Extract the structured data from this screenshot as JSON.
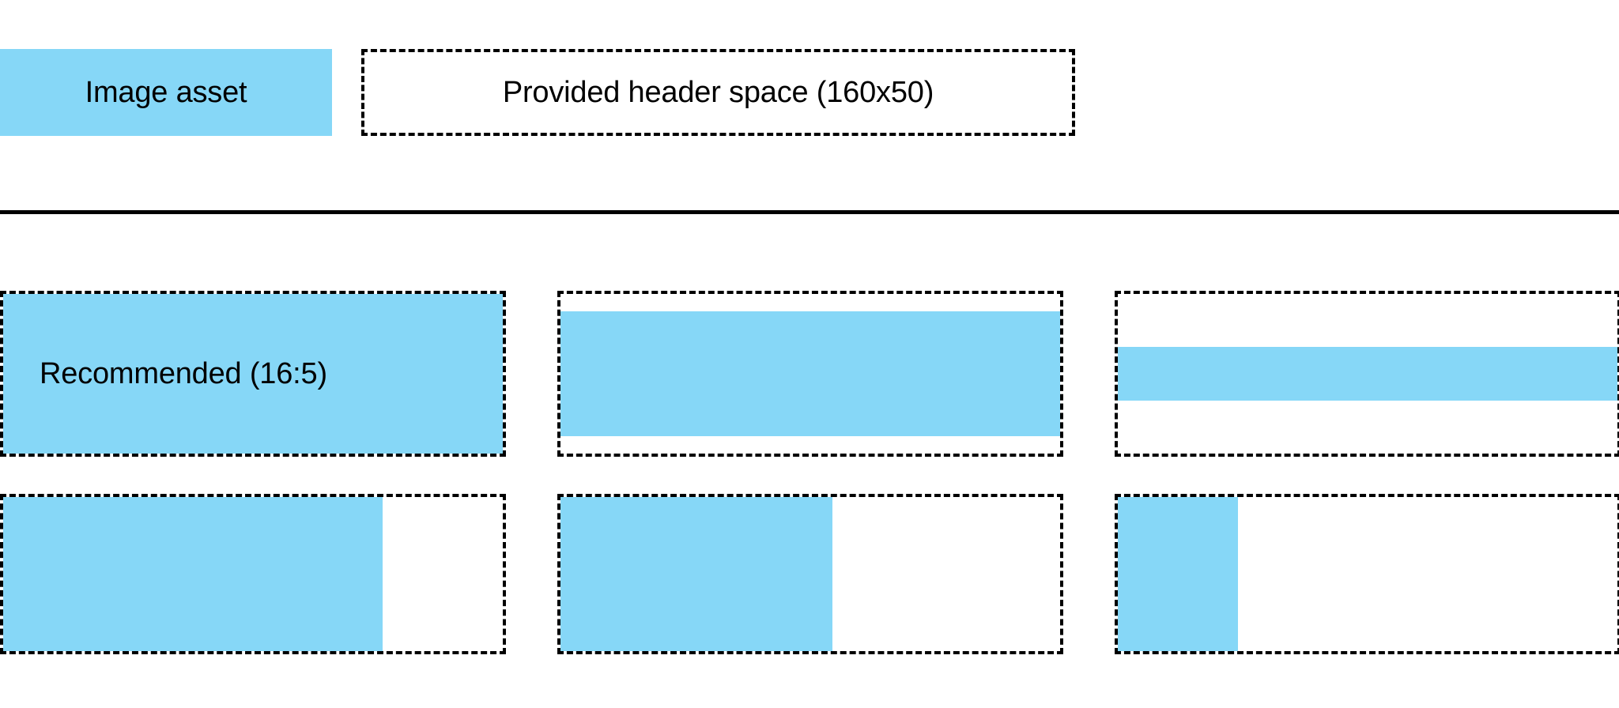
{
  "colors": {
    "accent": "#86d7f7",
    "outline": "#000000",
    "background": "#ffffff",
    "text": "#000000"
  },
  "header": {
    "image_asset_label": "Image asset",
    "provided_space_label": "Provided header space (160x50)"
  },
  "divider": {
    "present": true
  },
  "samples": {
    "rows": [
      {
        "row_name": "aspect-ratio-examples",
        "boxes": [
          {
            "caption": "Recommended (16:5)",
            "fill": "full"
          },
          {
            "caption": "",
            "fill": "inset-vertical"
          },
          {
            "caption": "",
            "fill": "band-center"
          }
        ]
      },
      {
        "row_name": "width-fill-examples",
        "boxes": [
          {
            "caption": "",
            "fill": "width-76"
          },
          {
            "caption": "",
            "fill": "width-55"
          },
          {
            "caption": "",
            "fill": "width-24"
          }
        ]
      }
    ]
  }
}
